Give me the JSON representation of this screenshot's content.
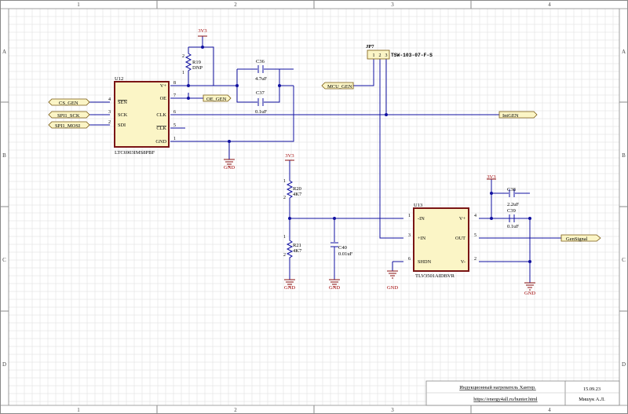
{
  "zones": {
    "cols": [
      "1",
      "2",
      "3",
      "4"
    ],
    "rows": [
      "A",
      "B",
      "C",
      "D"
    ]
  },
  "parts": {
    "u12": {
      "ref": "U12",
      "value": "LTC6903IMS8PBF",
      "pins_left": [
        {
          "num": "4",
          "name": "SEN"
        },
        {
          "num": "3",
          "name": "SCK"
        },
        {
          "num": "2",
          "name": "SDI"
        }
      ],
      "pins_right": [
        {
          "num": "8",
          "name": "V+"
        },
        {
          "num": "7",
          "name": "OE"
        },
        {
          "num": "6",
          "name": "CLK"
        },
        {
          "num": "5",
          "name": "CLK"
        },
        {
          "num": "1",
          "name": "GND"
        }
      ]
    },
    "u13": {
      "ref": "U13",
      "value": "TLV3501AIDBVR",
      "pins_left": [
        {
          "num": "1",
          "name": "-IN"
        },
        {
          "num": "3",
          "name": "+IN"
        },
        {
          "num": "6",
          "name": "SHDN"
        }
      ],
      "pins_right": [
        {
          "num": "4",
          "name": "V+"
        },
        {
          "num": "5",
          "name": "OUT"
        },
        {
          "num": "2",
          "name": "V-"
        }
      ]
    },
    "jp7": {
      "ref": "JP7",
      "value": "TSW-103-07-F-S",
      "pins": [
        "1",
        "2",
        "3"
      ]
    },
    "r19": {
      "ref": "R19",
      "value": "DNP",
      "pin_top": "2",
      "pin_bot": "1"
    },
    "r20": {
      "ref": "R20",
      "value": "4K7",
      "pin_top": "1",
      "pin_bot": "2"
    },
    "r21": {
      "ref": "R21",
      "value": "4K7",
      "pin_top": "1",
      "pin_bot": "2"
    },
    "c36": {
      "ref": "C36",
      "value": "4.7uF"
    },
    "c37": {
      "ref": "C37",
      "value": "0.1uF"
    },
    "c38": {
      "ref": "C38",
      "value": "2.2uF"
    },
    "c39": {
      "ref": "C39",
      "value": "0.1uF"
    },
    "c40": {
      "ref": "C40",
      "value": "0.01uF"
    }
  },
  "nets": {
    "cs": "CS_GEN",
    "sck": "SPI1_SCK",
    "mosi": "SPI1_MOSI",
    "oe": "OE_GEN",
    "mcu": "MCU_GEN",
    "intgen": "IntGEN",
    "gensig": "GenSignal"
  },
  "power": {
    "v33": "3V3",
    "gnd": "GND"
  },
  "title_block": {
    "title": "Индукционный нагреватель Хантер.",
    "url": "https://energy4all.ru/hunter.html",
    "date": "15.09.23",
    "author": "Мишук А.Л."
  }
}
